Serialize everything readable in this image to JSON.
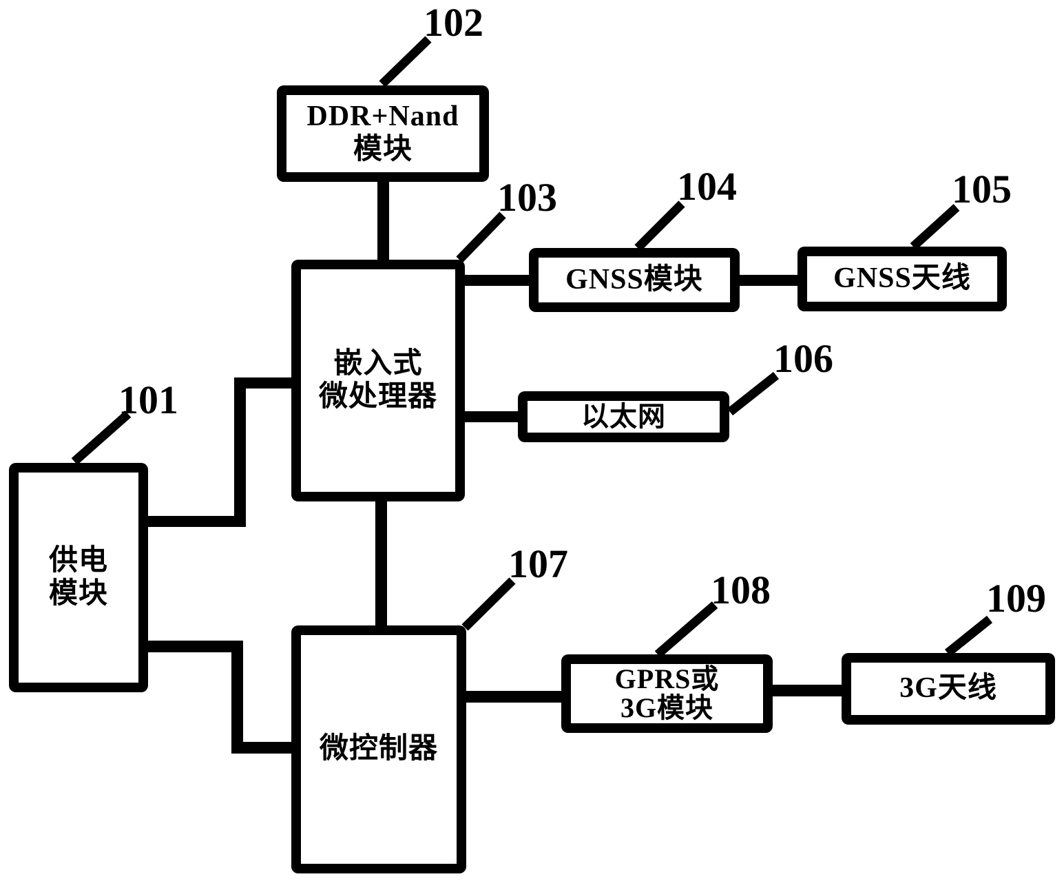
{
  "figure": {
    "description": "Patent-style block diagram of a positioning/communication device",
    "colors": {
      "ink": "#000000",
      "background": "#ffffff"
    },
    "boxes": [
      {
        "ref": "101",
        "label_lines": [
          "供电",
          "模块"
        ]
      },
      {
        "ref": "102",
        "label_lines": [
          "DDR+Nand",
          "模块"
        ]
      },
      {
        "ref": "103",
        "label_lines": [
          "嵌入式",
          "微处理器"
        ]
      },
      {
        "ref": "104",
        "label_lines": [
          "GNSS模块"
        ]
      },
      {
        "ref": "105",
        "label_lines": [
          "GNSS天线"
        ]
      },
      {
        "ref": "106",
        "label_lines": [
          "以太网"
        ]
      },
      {
        "ref": "107",
        "label_lines": [
          "微控制器"
        ]
      },
      {
        "ref": "108",
        "label_lines": [
          "GPRS或",
          "3G模块"
        ]
      },
      {
        "ref": "109",
        "label_lines": [
          "3G天线"
        ]
      }
    ]
  }
}
